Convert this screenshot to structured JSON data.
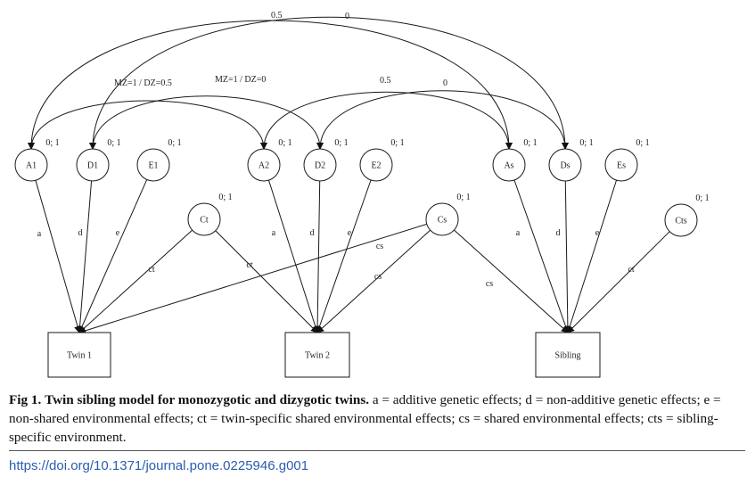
{
  "caption": {
    "label": "Fig 1.",
    "title": "Twin sibling model for monozygotic and dizygotic twins.",
    "text": "a = additive genetic effects; d = non-additive genetic effects; e = non-shared environmental effects; ct = twin-specific shared environmental effects; cs = shared environmental effects; cts = sibling-specific environment."
  },
  "doi": "https://doi.org/10.1371/journal.pone.0225946.g001",
  "diagram": {
    "latent_nodes": [
      {
        "id": "A1",
        "label": "A1",
        "variance": "0; 1"
      },
      {
        "id": "D1",
        "label": "D1",
        "variance": "0; 1"
      },
      {
        "id": "E1",
        "label": "E1",
        "variance": "0; 1"
      },
      {
        "id": "A2",
        "label": "A2",
        "variance": "0; 1"
      },
      {
        "id": "D2",
        "label": "D2",
        "variance": "0; 1"
      },
      {
        "id": "E2",
        "label": "E2",
        "variance": "0; 1"
      },
      {
        "id": "As",
        "label": "As",
        "variance": "0; 1"
      },
      {
        "id": "Ds",
        "label": "Ds",
        "variance": "0; 1"
      },
      {
        "id": "Es",
        "label": "Es",
        "variance": "0; 1"
      },
      {
        "id": "Ct",
        "label": "Ct",
        "variance": "0; 1"
      },
      {
        "id": "Cs",
        "label": "Cs",
        "variance": "0; 1"
      },
      {
        "id": "Cts",
        "label": "Cts",
        "variance": "0; 1"
      }
    ],
    "observed_nodes": [
      {
        "id": "T1",
        "label": "Twin 1"
      },
      {
        "id": "T2",
        "label": "Twin 2"
      },
      {
        "id": "S",
        "label": "Sibling"
      }
    ],
    "paths": [
      {
        "from": "A1",
        "to": "T1",
        "label": "a"
      },
      {
        "from": "D1",
        "to": "T1",
        "label": "d"
      },
      {
        "from": "E1",
        "to": "T1",
        "label": "e"
      },
      {
        "from": "Ct",
        "to": "T1",
        "label": "ct"
      },
      {
        "from": "Cs",
        "to": "T1",
        "label": "cs"
      },
      {
        "from": "A2",
        "to": "T2",
        "label": "a"
      },
      {
        "from": "D2",
        "to": "T2",
        "label": "d"
      },
      {
        "from": "E2",
        "to": "T2",
        "label": "e"
      },
      {
        "from": "Ct",
        "to": "T2",
        "label": "ct"
      },
      {
        "from": "Cs",
        "to": "T2",
        "label": "cs"
      },
      {
        "from": "As",
        "to": "S",
        "label": "a"
      },
      {
        "from": "Ds",
        "to": "S",
        "label": "d"
      },
      {
        "from": "Es",
        "to": "S",
        "label": "e"
      },
      {
        "from": "Cs",
        "to": "S",
        "label": "cs"
      },
      {
        "from": "Cts",
        "to": "S",
        "label": "ct"
      }
    ],
    "covariances": [
      {
        "from": "A1",
        "to": "A2",
        "label": "MZ=1 / DZ=0.5"
      },
      {
        "from": "D1",
        "to": "D2",
        "label": "MZ=1 / DZ=0"
      },
      {
        "from": "A2",
        "to": "As",
        "label": "0.5"
      },
      {
        "from": "D2",
        "to": "Ds",
        "label": "0"
      },
      {
        "from": "A1",
        "to": "As",
        "label": "0.5"
      },
      {
        "from": "D1",
        "to": "Ds",
        "label": "0"
      }
    ]
  }
}
